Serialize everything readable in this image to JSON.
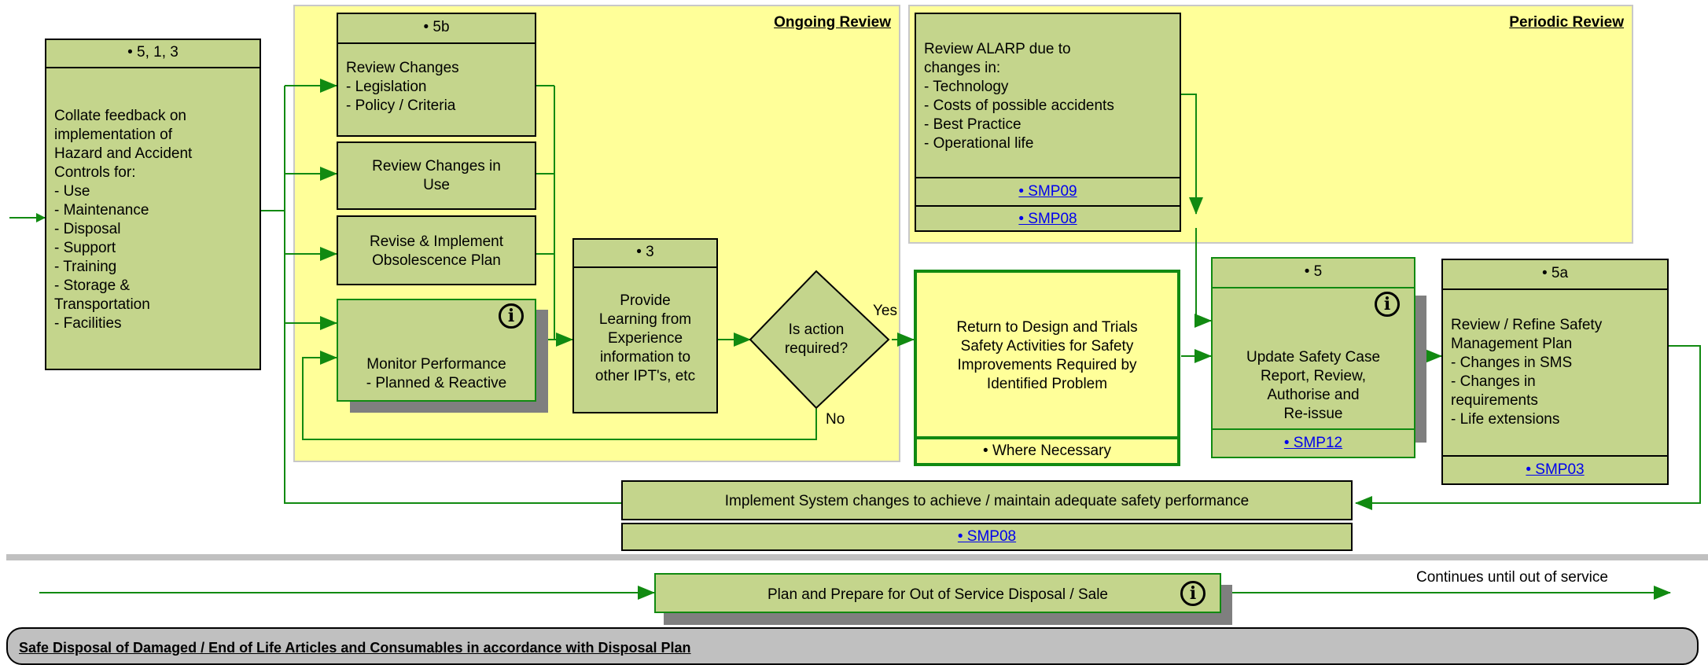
{
  "colors": {
    "region": "#ffff99",
    "box": "#c4d58c",
    "arrow": "#118a11",
    "link": "#0000ee",
    "lifecycle": "#c0c0c0"
  },
  "regions": {
    "ongoing": {
      "title": "Ongoing Review"
    },
    "periodic": {
      "title": "Periodic Review"
    }
  },
  "boxes": {
    "collate": {
      "header": "• 5, 1, 3",
      "text": "Collate feedback on\nimplementation of\nHazard and Accident\nControls for:\n- Use\n- Maintenance\n- Disposal\n- Support\n- Training\n- Storage &\nTransportation\n- Facilities"
    },
    "review_changes": {
      "header": "• 5b",
      "text": "Review Changes\n- Legislation\n- Policy / Criteria"
    },
    "review_use": {
      "text": "Review Changes in\nUse"
    },
    "obsolescence": {
      "text": "Revise & Implement\nObsolescence Plan"
    },
    "monitor": {
      "text": "Monitor Performance\n- Planned & Reactive",
      "icon": "info-icon"
    },
    "provide": {
      "header": "• 3",
      "text": "Provide\nLearning from\nExperience\ninformation to\nother IPT's, etc"
    },
    "decision": {
      "text": "Is action\nrequired?",
      "yes": "Yes",
      "no": "No"
    },
    "alarp": {
      "text": "Review ALARP due to\nchanges in:\n- Technology\n- Costs of possible accidents\n- Best Practice\n- Operational life",
      "link1": "• SMP09",
      "link2": "• SMP08"
    },
    "return": {
      "text": "Return to Design and Trials\nSafety Activities for Safety\nImprovements Required by\nIdentified Problem",
      "footer": "• Where Necessary"
    },
    "update": {
      "header": "• 5",
      "text": "Update Safety Case\nReport, Review,\nAuthorise and\nRe-issue",
      "link": "• SMP12",
      "icon": "info-icon"
    },
    "refine": {
      "header": "• 5a",
      "text": "Review / Refine Safety\nManagement Plan\n- Changes in SMS\n- Changes in\nrequirements\n- Life extensions",
      "link": "• SMP03"
    },
    "implement": {
      "text": "Implement System changes to achieve / maintain adequate safety performance",
      "link": "• SMP08"
    },
    "disposal_plan": {
      "text": "Plan and Prepare for Out of Service Disposal / Sale",
      "icon": "info-icon"
    }
  },
  "continues": "Continues until out of service",
  "lifecycle": {
    "text": "Safe Disposal of Damaged / End of Life Articles and Consumables in accordance with Disposal Plan"
  }
}
